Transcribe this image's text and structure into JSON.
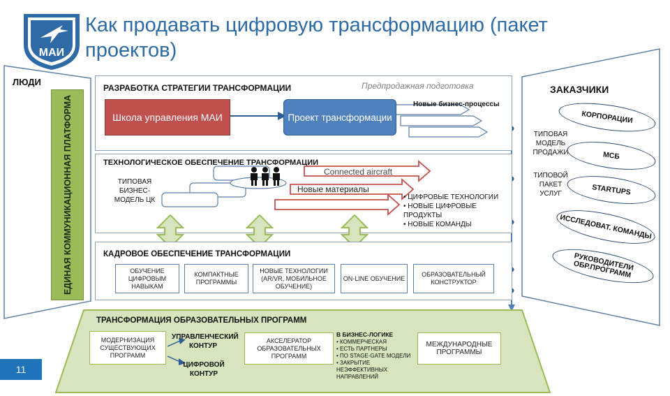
{
  "title": "Как продавать цифровую трансформацию (пакет проектов)",
  "logo_text": "МАИ",
  "people": {
    "label": "ЛЮДИ",
    "platform": "ЕДИНАЯ КОММУНИКАЦИОННАЯ ПЛАТФОРМА"
  },
  "strategy": {
    "header": "РАЗРАБОТКА СТРАТЕГИИ ТРАНСФОРМАЦИИ",
    "presale": "Предпродажная подготовка",
    "school": "Школа управления МАИ",
    "project": "Проект трансформации",
    "new_processes": "Новые бизнес-процессы"
  },
  "tech": {
    "header": "ТЕХНОЛОГИЧЕСКОЕ ОБЕСПЕЧЕНИЕ ТРАНСФОРМАЦИИ",
    "model": "ТИПОВАЯ БИЗНЕС-МОДЕЛЬ ЦК",
    "arrow1": "Connected aircraft",
    "arrow2": "Новые материалы",
    "bullets": [
      "ЦИФРОВЫЕ ТЕХНОЛОГИИ",
      "НОВЫЕ ЦИФРОВЫЕ ПРОДУКТЫ",
      "НОВЫЕ КОМАНДЫ"
    ]
  },
  "staff": {
    "header": "КАДРОВОЕ ОБЕСПЕЧЕНИЕ ТРАНСФОРМАЦИИ",
    "boxes": [
      "ОБУЧЕНИЕ ЦИФРОВЫМ НАВЫКАМ",
      "КОМПАКТНЫЕ ПРОГРАММЫ",
      "НОВЫЕ ТЕХНОЛОГИИ (AR/VR, МОБИЛЬНОЕ ОБУЧЕНИЕ)",
      "ON-LINE ОБУЧЕНИЕ",
      "ОБРАЗОВАТЕЛЬНЫЙ КОНСТРУКТОР"
    ]
  },
  "edu": {
    "header": "ТРАНСФОРМАЦИЯ ОБРАЗОВАТЕЛЬНЫХ ПРОГРАММ",
    "modern": "МОДЕРНИЗАЦИЯ СУЩЕСТВУЮЩИХ ПРОГРАММ",
    "mgmt": "УПРАВЛЕНЧЕСКИЙ КОНТУР",
    "digital": "ЦИФРОВОЙ КОНТУР",
    "accel": "АКСЕЛЕРАТОР ОБРАЗОВАТЕЛЬНЫХ ПРОГРАММ",
    "logic_title": "В БИЗНЕС-ЛОГИКЕ",
    "logic": [
      "КОММЕРЧЕСКАЯ",
      "ЕСТЬ ПАРТНЕРЫ",
      "ПО STAGE-GATE МОДЕЛИ",
      "ЗАКРЫТИЕ НЕЭФФЕКТИВНЫХ НАПРАВЛЕНИЙ"
    ],
    "intl": "МЕЖДУНАРОДНЫЕ ПРОГРАММЫ"
  },
  "customers": {
    "label": "ЗАКАЗЧИКИ",
    "sales_model": "ТИПОВАЯ МОДЕЛЬ ПРОДАЖИ",
    "service_pack": "ТИПОВОЙ ПАКЕТ УСЛУГ",
    "items": [
      "КОРПОРАЦИИ",
      "МСБ",
      "STARTUPS",
      "ИССЛЕДОВАТ. КОМАНДЫ",
      "РУКОВОДИТЕЛИ ОБР.ПРОГРАММ"
    ]
  },
  "slide_number": "11",
  "colors": {
    "title": "#2e6aa5",
    "red": "#c0504d",
    "blue": "#4f81bd",
    "green": "#9bbb59",
    "slide": "#1f73b8"
  }
}
